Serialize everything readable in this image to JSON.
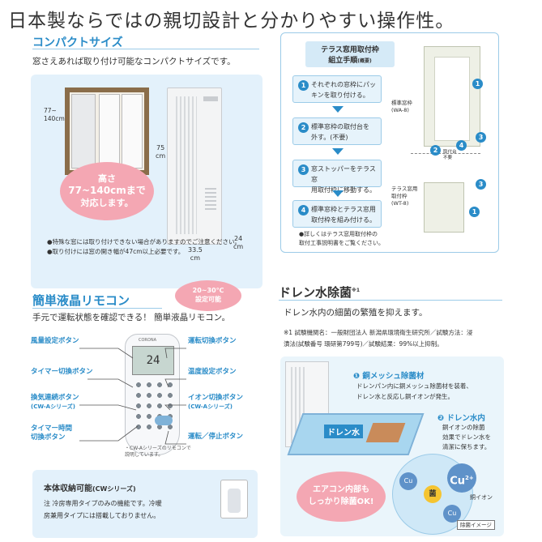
{
  "header": {
    "title": "日本製ならではの親切設計と分かりやすい操作性。"
  },
  "compact": {
    "title": "コンパクトサイズ",
    "desc": "窓さえあれば取り付け可能なコンパクトサイズです。",
    "window_height": [
      "77~",
      "140cm"
    ],
    "unit_height": [
      "75",
      "cm"
    ],
    "unit_width": [
      "33.5",
      "cm"
    ],
    "unit_depth": [
      "24",
      "cm"
    ],
    "pill": [
      "高さ",
      "77~140cmまで",
      "対応します。"
    ],
    "note1": "●特殊な窓には取り付けできない場合がありますのでご注意ください。",
    "note2": "●取り付けには窓の開き幅が47cm以上必要です。"
  },
  "terrace": {
    "title": "テラス窓用取付枠",
    "subtitle": "組立手順",
    "subtitle_note": "(概要)",
    "steps": [
      {
        "num": "1",
        "text": [
          "それぞれの窓枠にパッ",
          "キンを取り付ける。"
        ]
      },
      {
        "num": "2",
        "text": [
          "標準窓枠の取付台を",
          "外す。(不要)"
        ]
      },
      {
        "num": "3",
        "text": [
          "窓ストッパーをテラス窓",
          "用取付枠に移動する。"
        ]
      },
      {
        "num": "4",
        "text": [
          "標準窓枠とテラス窓用",
          "取付枠を組み付ける。"
        ]
      }
    ],
    "note": [
      "●詳しくはテラス窓用取付枠の",
      "取付工事説明書をご覧ください。"
    ],
    "label_std": [
      "標準窓枠",
      "(WA-8)"
    ],
    "label_terrace": [
      "テラス窓用",
      "取付枠",
      "(WT-8)"
    ],
    "label_base": [
      "取付台",
      "不要"
    ],
    "fig_nums": [
      "1",
      "2",
      "3",
      "4",
      "1",
      "3"
    ]
  },
  "remote": {
    "title": "簡単液晶リモコン",
    "badge": [
      "20~30℃",
      "設定可能"
    ],
    "desc": "手元で運転状態を確認できる！ 簡単液晶リモコン。",
    "display": "24",
    "brand": "CORONA",
    "left_labels": [
      [
        "風量設定ボタン"
      ],
      [
        "タイマー切換ボタン"
      ],
      [
        "換気連続ボタン",
        "(CW-Aシリーズ)"
      ],
      [
        "タイマー時間",
        "切換ボタン"
      ]
    ],
    "right_labels": [
      [
        "運転切換ボタン"
      ],
      [
        "温度設定ボタン"
      ],
      [
        "イオン切換ボタン",
        "(CW-Aシリーズ)"
      ],
      [
        "運転／停止ボタン"
      ]
    ],
    "footnote": [
      "・CW-Aシリーズのリモコンで",
      "説明しています。"
    ]
  },
  "storage": {
    "title": "本体収納可能",
    "series": "(CWシリーズ)",
    "note": [
      "注 冷房専用タイプのみの機能です。冷暖",
      "房兼用タイプには搭載しておりません。"
    ]
  },
  "drain": {
    "title": "ドレン水除菌",
    "title_mark": "※1",
    "desc": "ドレン水内の細菌の繁殖を抑えます。",
    "footnote": [
      "※1 試験機関名：一般財団法人 新潟県環境衛生研究所／試験方法：浸",
      "漬法(試験番号 環研第799号)／試験結果：99%以上抑制。"
    ],
    "item1_title": "銅メッシュ除菌材",
    "item1_text": [
      "ドレンパン内に銅メッシュ除菌材を装着、",
      "ドレン水と反応し銅イオンが発生。"
    ],
    "item2_title": "ドレン水内",
    "item2_text": [
      "銅イオンの除菌",
      "効果でドレン水を",
      "清潔に保ちます。"
    ],
    "water_label": "ドレン水",
    "pink": [
      "エアコン内部も",
      "しっかり除菌OK!"
    ],
    "cu": "Cu",
    "cu_sup": "2+",
    "ion_label": "銅イオン",
    "bacteria": "菌",
    "image_note": "除菌イメージ"
  }
}
